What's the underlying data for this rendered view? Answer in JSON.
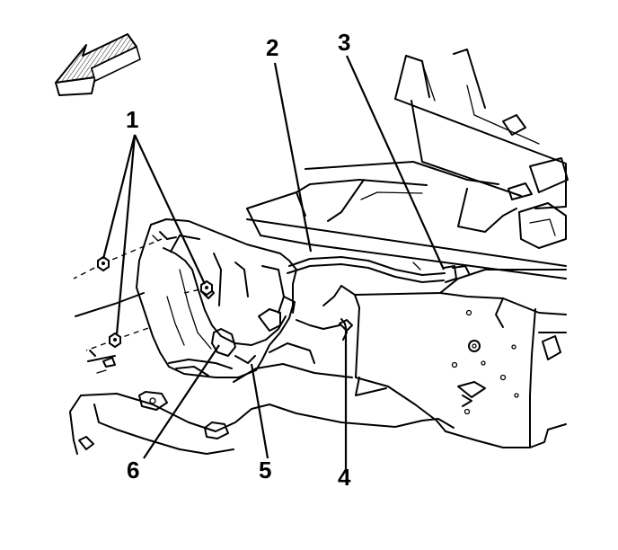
{
  "callouts": [
    {
      "id": "1",
      "label": "1"
    },
    {
      "id": "2",
      "label": "2"
    },
    {
      "id": "3",
      "label": "3"
    },
    {
      "id": "4",
      "label": "4"
    },
    {
      "id": "5",
      "label": "5"
    },
    {
      "id": "6",
      "label": "6"
    }
  ],
  "icons": {
    "direction_arrow": "forward-arrow-icon"
  }
}
